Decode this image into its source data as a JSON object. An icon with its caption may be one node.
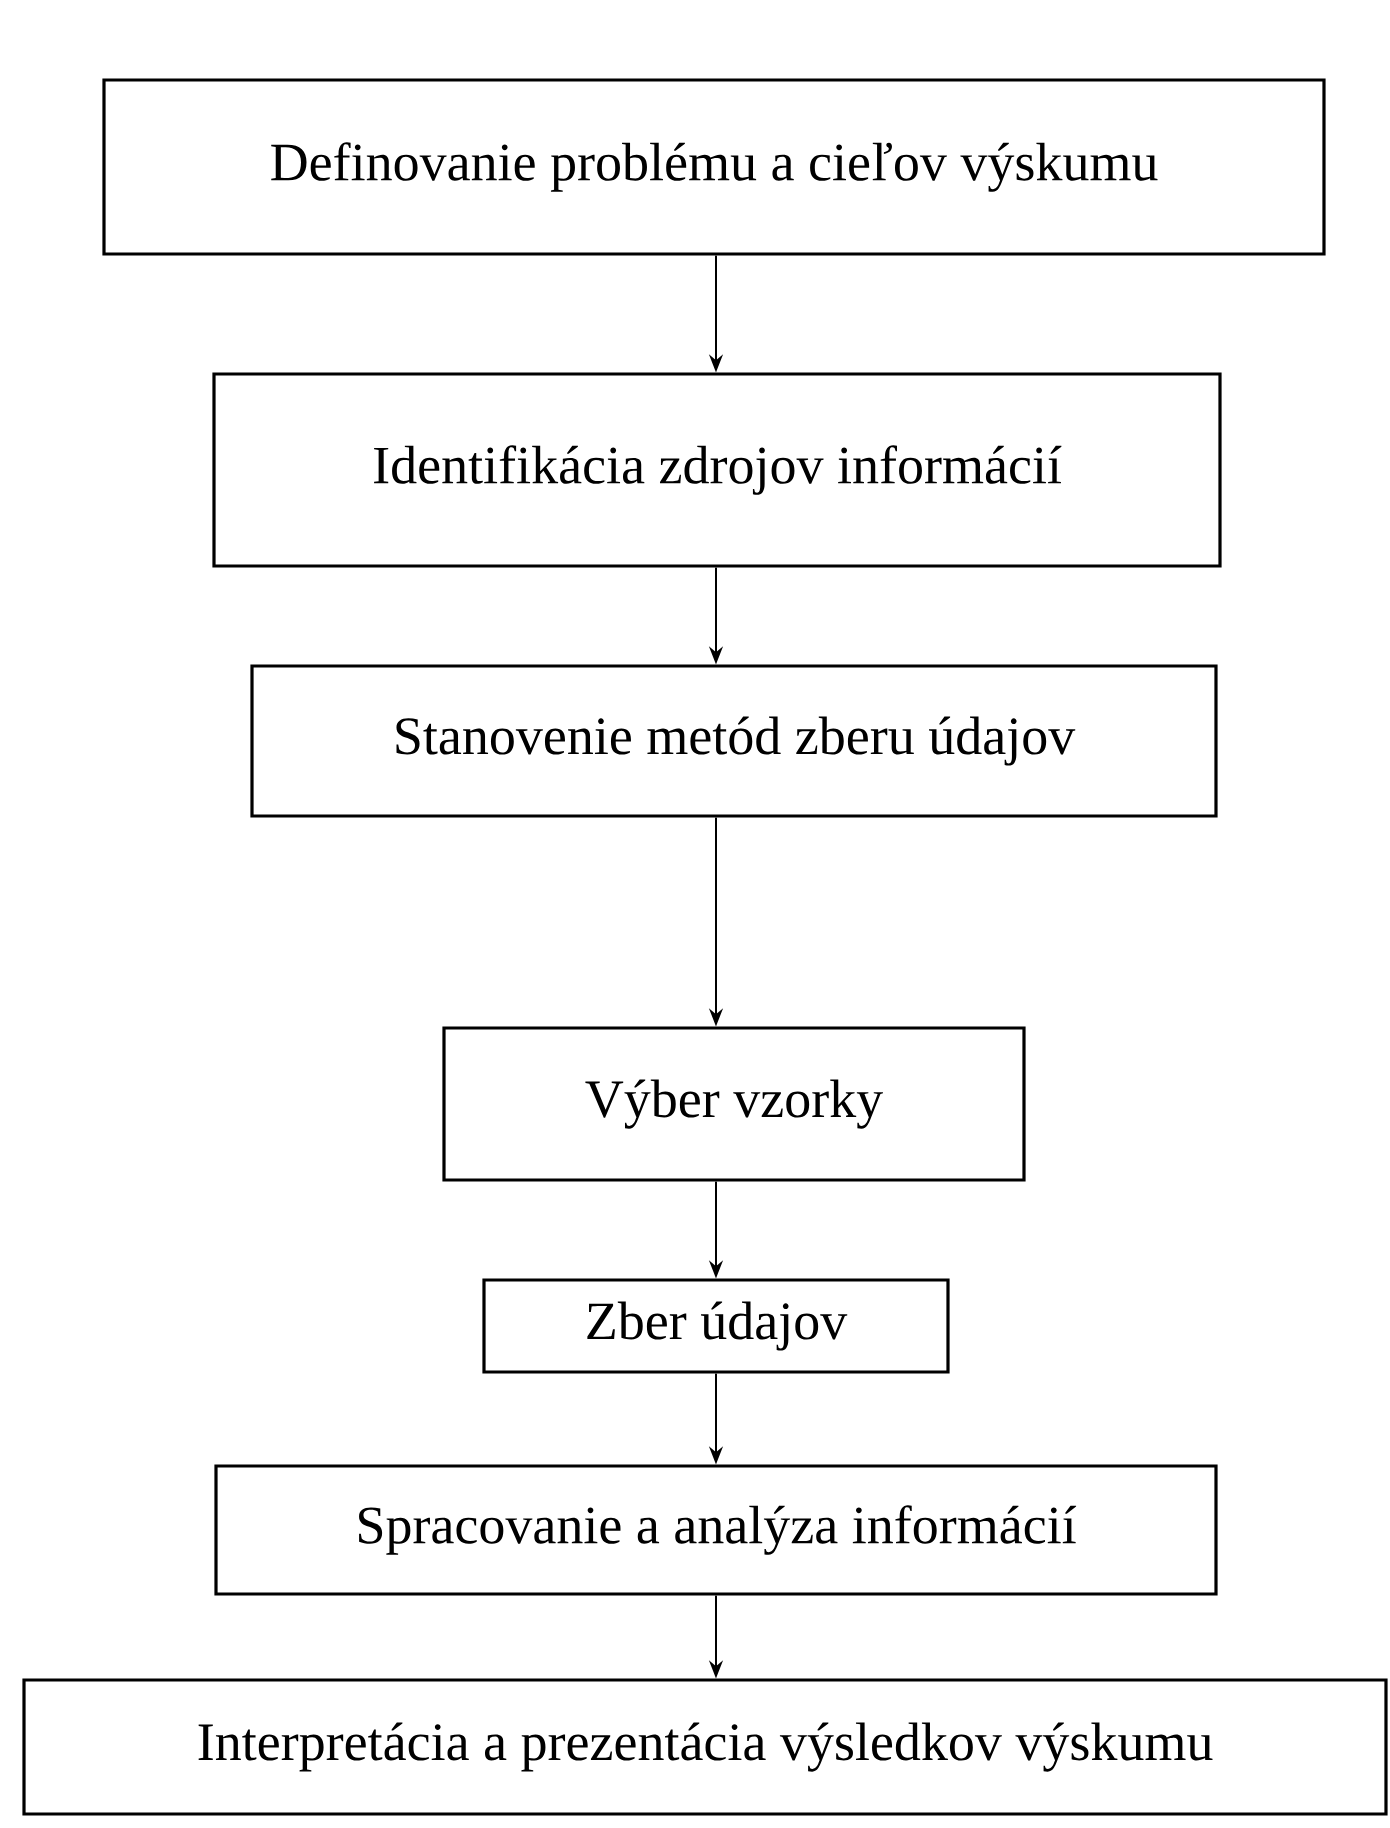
{
  "diagram": {
    "nodes": [
      {
        "text": [
          "Definovanie problému a cieľov výskumu"
        ]
      },
      {
        "text": [
          "Identifikácia zdrojov informácií"
        ]
      },
      {
        "text": [
          "Stanovenie metód zberu údajov"
        ]
      },
      {
        "text": [
          "Výber vzorky"
        ]
      },
      {
        "text": [
          "Zber údajov"
        ]
      },
      {
        "text": [
          "Spracovanie a analýza informácií"
        ]
      },
      {
        "text": [
          "Interpretácia a prezentácia výsledkov výskumu"
        ]
      }
    ],
    "edges": [
      {
        "from": 0,
        "to": 1,
        "arrow": "to"
      },
      {
        "from": 1,
        "to": 2,
        "arrow": "to"
      },
      {
        "from": 2,
        "to": 3,
        "arrow": "to"
      },
      {
        "from": 3,
        "to": 4,
        "arrow": "to"
      },
      {
        "from": 4,
        "to": 5,
        "arrow": "to"
      },
      {
        "from": 5,
        "to": 6,
        "arrow": "to"
      }
    ]
  }
}
